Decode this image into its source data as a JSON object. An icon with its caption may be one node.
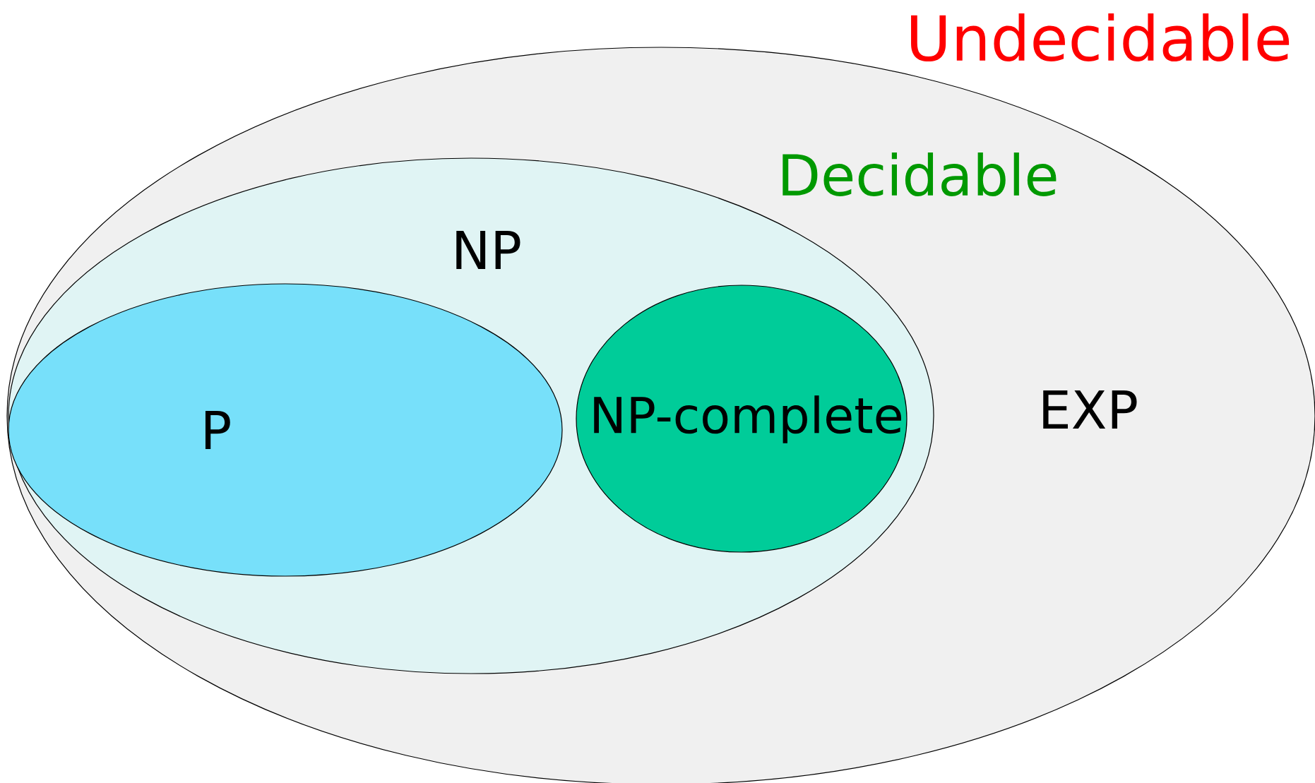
{
  "diagram": {
    "nodes": [
      {
        "text": [
          "Decidable",
          "EXP"
        ]
      },
      {
        "text": [
          "NP"
        ],
        "in": 0
      },
      {
        "text": [
          "P"
        ],
        "in": 1
      },
      {
        "text": [
          "NP-complete"
        ],
        "in": 1
      }
    ],
    "labels": [
      "Undecidable"
    ]
  }
}
